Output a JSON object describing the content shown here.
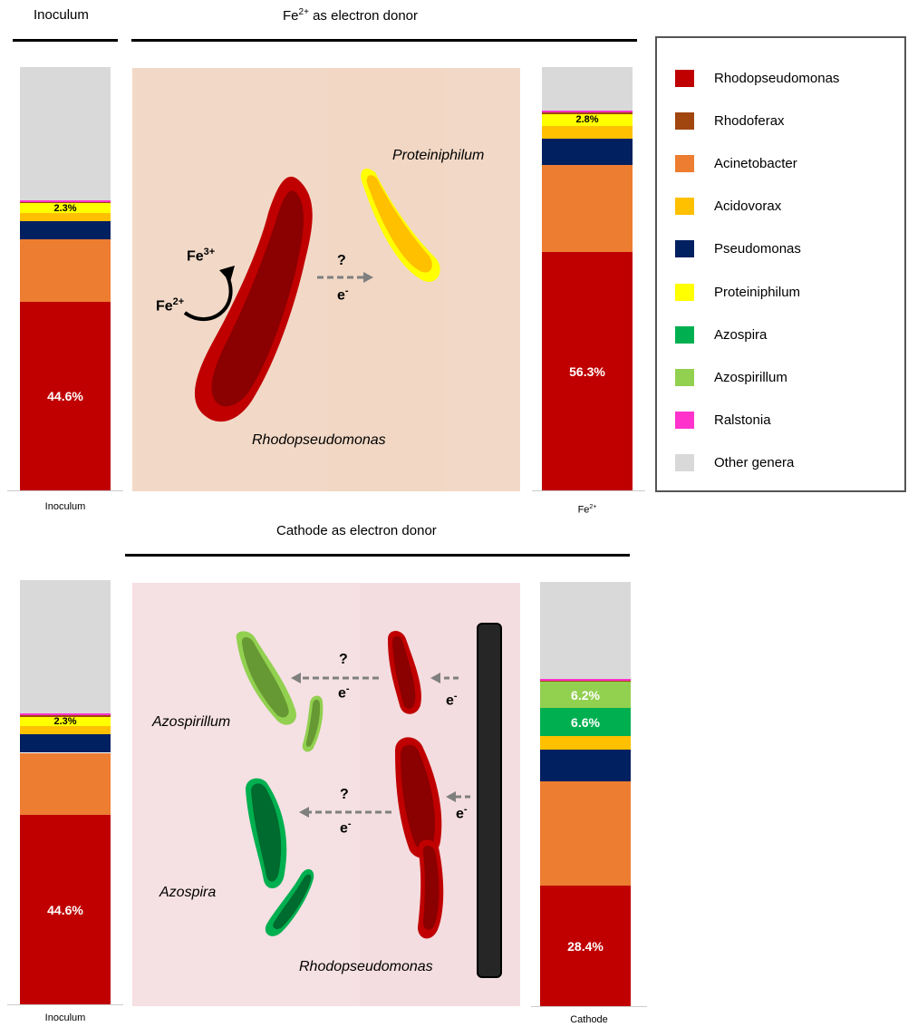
{
  "headers": {
    "inoculum_top": "Inoculum",
    "fe_title_prefix": "Fe",
    "fe_title_sup": "2+",
    "fe_title_suffix": " as electron donor",
    "cathode_title": "Cathode as electron donor"
  },
  "bar_labels": {
    "top_left": "Inoculum",
    "top_right_main": "Fe",
    "top_right_sup": "2+",
    "bottom_left": "Inoculum",
    "bottom_right": "Cathode"
  },
  "colors": {
    "Rhodopseudomonas": "#C00000",
    "Rhodoferax": "#A0460E",
    "Acinetobacter": "#ED7D31",
    "Acidovorax": "#FFC000",
    "Pseudomonas": "#002060",
    "Proteiniphilum": "#FFFF00",
    "Azospira": "#00B050",
    "Azospirillum": "#92D050",
    "Ralstonia": "#FF33CC",
    "Other genera": "#D9D9D9",
    "panel_fe": "#F2D9C7",
    "panel_cathode": "#F5E0E3"
  },
  "legend": [
    {
      "name": "Rhodopseudomonas",
      "color": "#C00000",
      "icon": "square-swatch"
    },
    {
      "name": "Rhodoferax",
      "color": "#A0460E",
      "icon": "square-swatch"
    },
    {
      "name": "Acinetobacter",
      "color": "#ED7D31",
      "icon": "square-swatch"
    },
    {
      "name": "Acidovorax",
      "color": "#FFC000",
      "icon": "square-swatch"
    },
    {
      "name": "Pseudomonas",
      "color": "#002060",
      "icon": "square-swatch"
    },
    {
      "name": "Proteiniphilum",
      "color": "#FFFF00",
      "icon": "square-swatch"
    },
    {
      "name": "Azospira",
      "color": "#00B050",
      "icon": "square-swatch"
    },
    {
      "name": "Azospirillum",
      "color": "#92D050",
      "icon": "square-swatch"
    },
    {
      "name": "Ralstonia",
      "color": "#FF33CC",
      "icon": "square-swatch"
    },
    {
      "name": "Other genera",
      "color": "#D9D9D9",
      "icon": "square-swatch"
    }
  ],
  "chart_data": [
    {
      "type": "bar",
      "stacked": true,
      "categories": [
        "Inoculum"
      ],
      "unit": "%",
      "series": [
        {
          "name": "Rhodopseudomonas",
          "values": [
            44.6
          ],
          "label": "44.6%"
        },
        {
          "name": "Acinetobacter",
          "values": [
            14.7
          ]
        },
        {
          "name": "Pseudomonas",
          "values": [
            4.4
          ]
        },
        {
          "name": "Acidovorax",
          "values": [
            1.8
          ]
        },
        {
          "name": "Proteiniphilum",
          "values": [
            2.3
          ],
          "label": "2.3%"
        },
        {
          "name": "Rhodoferax",
          "values": [
            0.4
          ]
        },
        {
          "name": "Ralstonia",
          "values": [
            0.4
          ]
        },
        {
          "name": "Other genera",
          "values": [
            31.4
          ]
        }
      ],
      "ylim": [
        0,
        100
      ]
    },
    {
      "type": "bar",
      "stacked": true,
      "categories": [
        "Fe2+"
      ],
      "unit": "%",
      "series": [
        {
          "name": "Rhodopseudomonas",
          "values": [
            56.3
          ],
          "label": "56.3%"
        },
        {
          "name": "Acinetobacter",
          "values": [
            20.5
          ]
        },
        {
          "name": "Pseudomonas",
          "values": [
            6.3
          ]
        },
        {
          "name": "Acidovorax",
          "values": [
            3.0
          ]
        },
        {
          "name": "Proteiniphilum",
          "values": [
            2.8
          ],
          "label": "2.8%"
        },
        {
          "name": "Rhodoferax",
          "values": [
            0.4
          ]
        },
        {
          "name": "Ralstonia",
          "values": [
            0.4
          ]
        },
        {
          "name": "Other genera",
          "values": [
            10.3
          ]
        }
      ],
      "ylim": [
        0,
        100
      ]
    },
    {
      "type": "bar",
      "stacked": true,
      "categories": [
        "Inoculum"
      ],
      "unit": "%",
      "series": [
        {
          "name": "Rhodopseudomonas",
          "values": [
            44.6
          ],
          "label": "44.6%"
        },
        {
          "name": "Acinetobacter",
          "values": [
            14.7
          ]
        },
        {
          "name": "Pseudomonas",
          "values": [
            4.4
          ]
        },
        {
          "name": "Acidovorax",
          "values": [
            1.8
          ]
        },
        {
          "name": "Proteiniphilum",
          "values": [
            2.3
          ],
          "label": "2.3%"
        },
        {
          "name": "Rhodoferax",
          "values": [
            0.4
          ]
        },
        {
          "name": "Ralstonia",
          "values": [
            0.4
          ]
        },
        {
          "name": "Other genera",
          "values": [
            31.4
          ]
        }
      ],
      "ylim": [
        0,
        100
      ]
    },
    {
      "type": "bar",
      "stacked": true,
      "categories": [
        "Cathode"
      ],
      "unit": "%",
      "series": [
        {
          "name": "Rhodopseudomonas",
          "values": [
            28.4
          ],
          "label": "28.4%"
        },
        {
          "name": "Acinetobacter",
          "values": [
            24.5
          ]
        },
        {
          "name": "Pseudomonas",
          "values": [
            7.5
          ]
        },
        {
          "name": "Acidovorax",
          "values": [
            3.2
          ]
        },
        {
          "name": "Azospira",
          "values": [
            6.6
          ],
          "label": "6.6%"
        },
        {
          "name": "Azospirillum",
          "values": [
            6.2
          ],
          "label": "6.2%"
        },
        {
          "name": "Rhodoferax",
          "values": [
            0.4
          ]
        },
        {
          "name": "Ralstonia",
          "values": [
            0.4
          ]
        },
        {
          "name": "Other genera",
          "values": [
            22.8
          ]
        }
      ],
      "ylim": [
        0,
        100
      ]
    }
  ],
  "diagram_fe": {
    "proteiniphilum_label": "Proteiniphilum",
    "rhodo_label": "Rhodopseudomonas",
    "fe3_main": "Fe",
    "fe3_sup": "3+",
    "fe2_main": "Fe",
    "fe2_sup": "2+",
    "question": "?",
    "electron_main": "e",
    "electron_sup": "-"
  },
  "diagram_cathode": {
    "azospirillum_label": "Azospirillum",
    "azospira_label": "Azospira",
    "rhodo_label": "Rhodopseudomonas",
    "question": "?",
    "electron_main": "e",
    "electron_sup": "-"
  }
}
